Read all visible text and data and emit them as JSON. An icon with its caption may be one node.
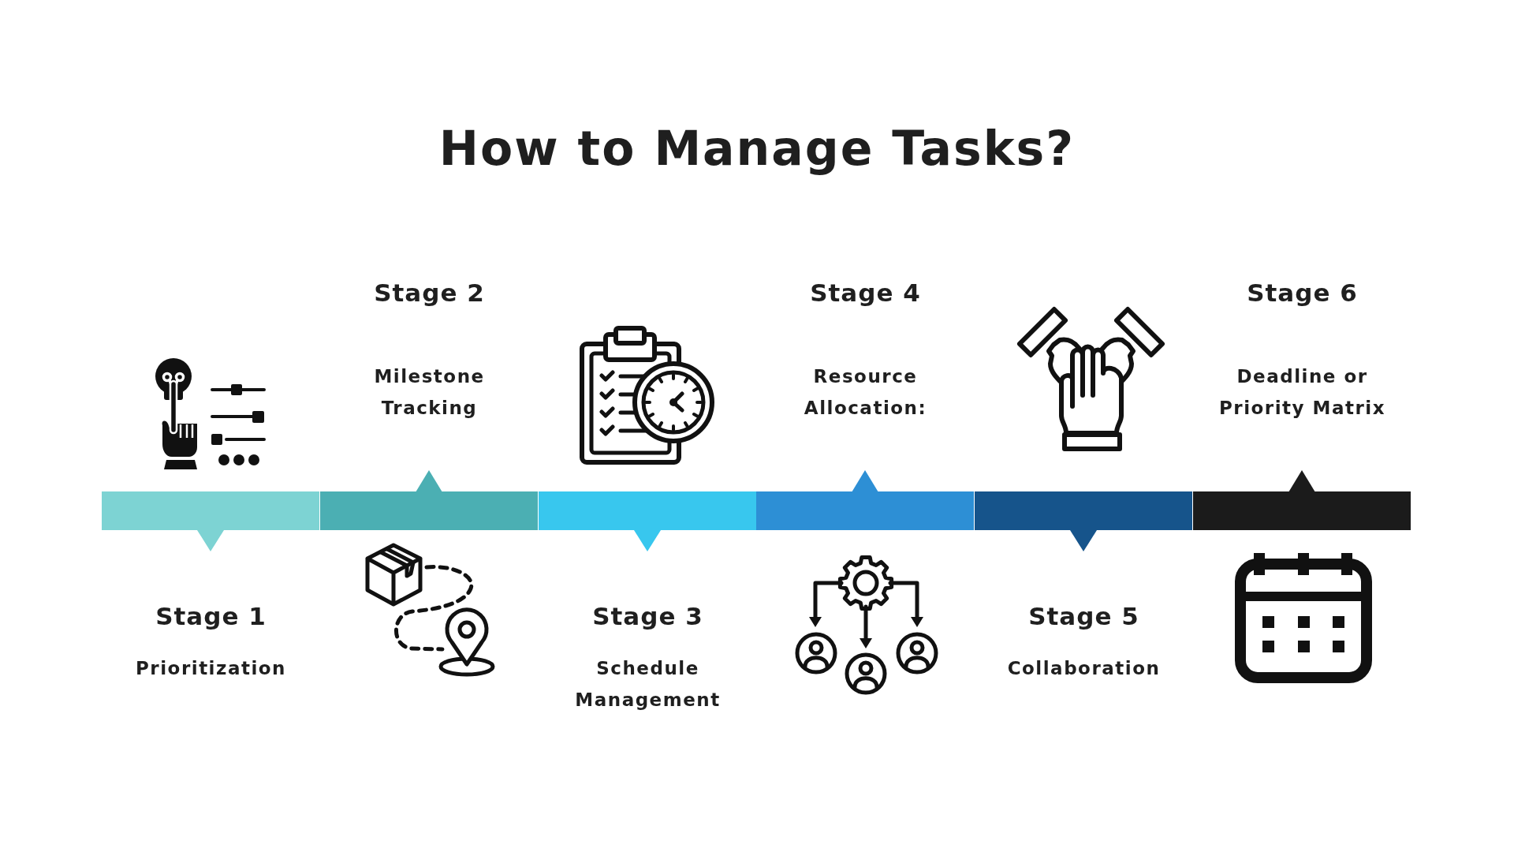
{
  "diagram": {
    "title": "How to Manage Tasks?",
    "nodes": [
      {
        "text": [
          "Stage 1",
          "Prioritization"
        ]
      },
      {
        "text": [
          "Stage 2",
          "Milestone Tracking"
        ]
      },
      {
        "text": [
          "Stage 3",
          "Schedule Management"
        ]
      },
      {
        "text": [
          "Stage 4",
          "Resource Allocation:"
        ]
      },
      {
        "text": [
          "Stage 5",
          "Collaboration"
        ]
      },
      {
        "text": [
          "Stage 6",
          "Deadline or Priority Matrix"
        ]
      }
    ]
  }
}
